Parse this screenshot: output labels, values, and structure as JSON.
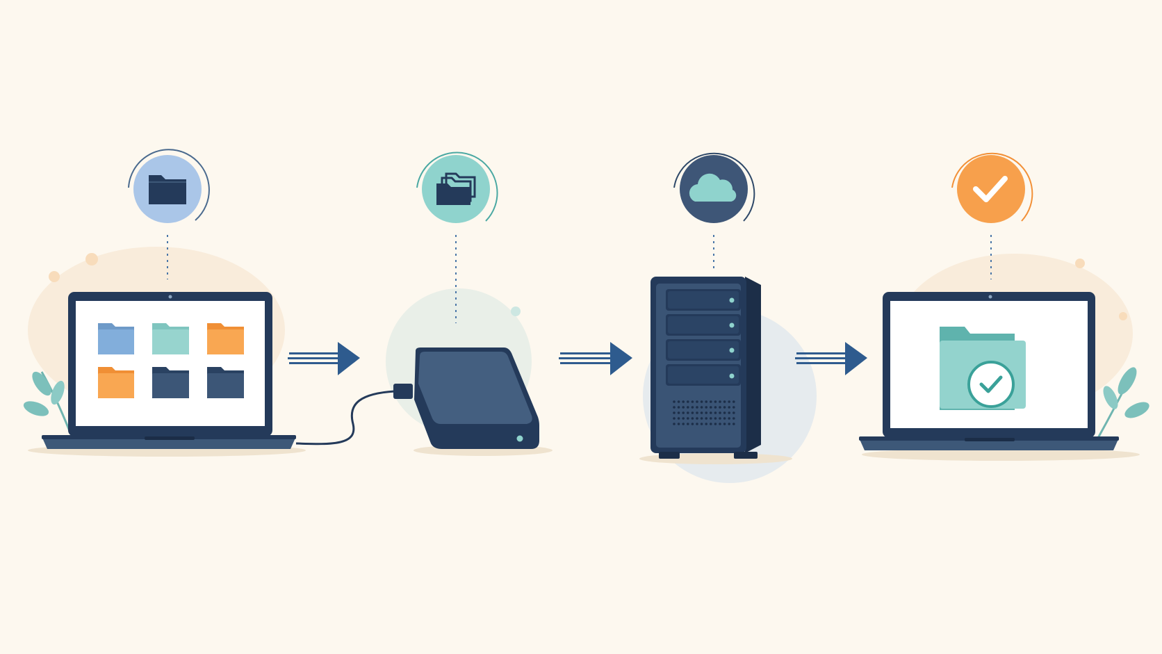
{
  "diagram": {
    "kind": "backup-flow",
    "steps": [
      {
        "id": "source-laptop",
        "badge_icon": "folder-icon",
        "device_icon": "laptop-icon"
      },
      {
        "id": "external-drive",
        "badge_icon": "folders-icon",
        "device_icon": "external-drive-icon"
      },
      {
        "id": "server",
        "badge_icon": "cloud-icon",
        "device_icon": "server-tower-icon"
      },
      {
        "id": "restored-laptop",
        "badge_icon": "checkmark-icon",
        "device_icon": "laptop-icon"
      }
    ],
    "connectors": [
      "arrow-right-icon",
      "arrow-right-icon",
      "arrow-right-icon"
    ]
  },
  "colors": {
    "background": "#fdf8ef",
    "navy": "#243a5a",
    "slate": "#3d5878",
    "blue": "#7fa8d4",
    "teal": "#8ed1cc",
    "orange": "#f7a04c",
    "light_blue_circle": "#aac6e8",
    "badge_teal": "#8fd3cd",
    "badge_navy": "#3e5677",
    "badge_orange": "#f7a04c"
  }
}
